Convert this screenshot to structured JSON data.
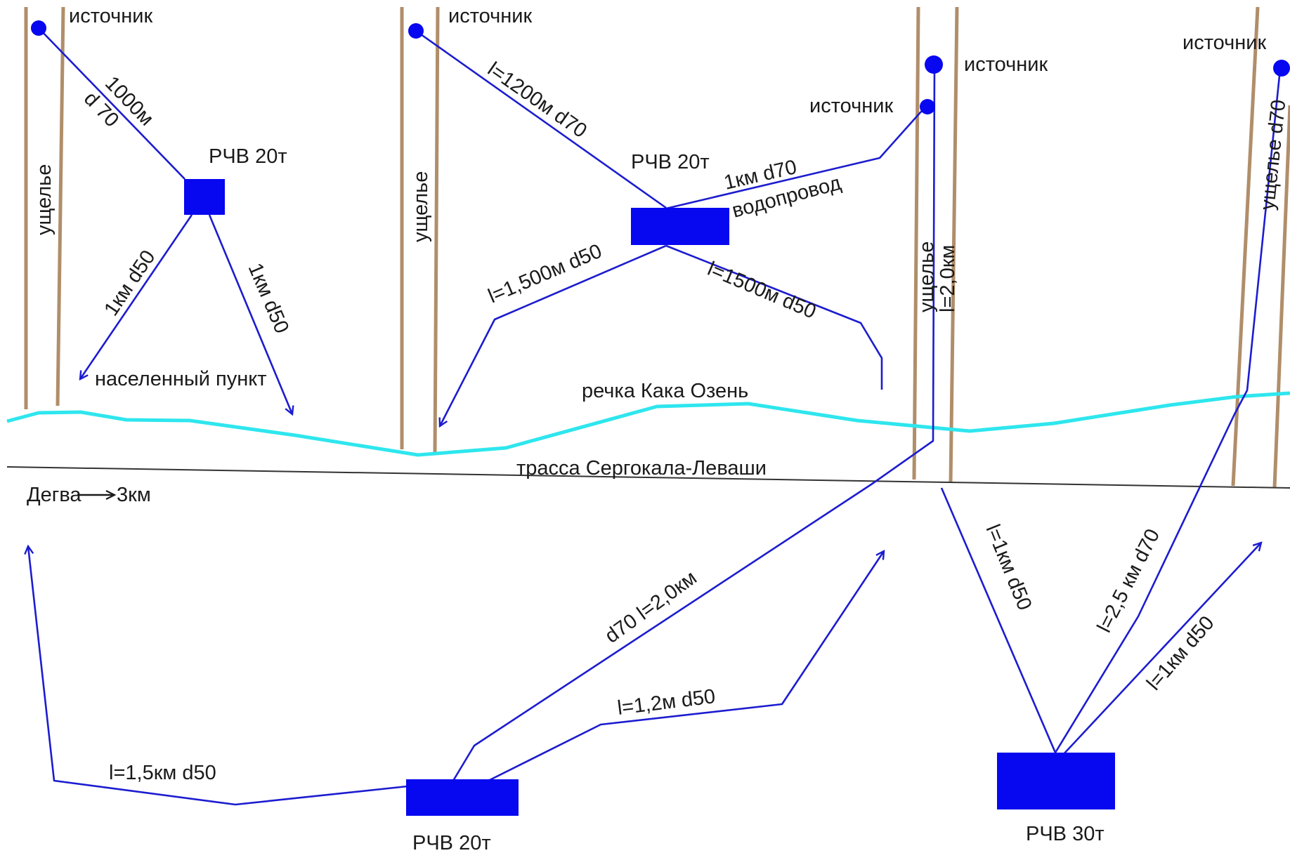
{
  "colors": {
    "pipe": "#1c1cd0",
    "tank": "#0707f0",
    "gorge": "#b08e6a",
    "river": "#2ee6ee",
    "road": "#333333",
    "text": "#1a1a1a"
  },
  "labels": {
    "source_1": "источник",
    "source_2": "источник",
    "source_3": "источник",
    "source_4": "источник",
    "source_5": "источник",
    "gorge_1": "ущелье",
    "gorge_2": "ущелье",
    "gorge_3": "ущелье",
    "gorge_4": "ущелье",
    "tank_1": "РЧВ 20т",
    "tank_2": "РЧВ 20т",
    "tank_3": "РЧВ 20т",
    "tank_4": "РЧВ 30т",
    "pipe_1000m": "1000м",
    "pipe_d70_a": "d 70",
    "pipe_1km_d50_a": "1км d50",
    "pipe_1km_d50_b": "1км d50",
    "settlement": "населенный пункт",
    "pipe_l1200": "l=1200м  d70",
    "pipe_1km_d70": "1км d70",
    "water_main": "водопровод",
    "pipe_l1500_comma": "l=1,500м d50",
    "pipe_l1500": "l=1500м d50",
    "pipe_l2km_vert": "l=2,0км",
    "pipe_d70_vert": "ущелье d70",
    "river": "речка Кака Озень",
    "road": "трасса Сергокала-Леваши",
    "degva": "Дегва",
    "degva_dist": "3км",
    "pipe_d70_l2km": "d70 l=2,0км",
    "pipe_l12m": "l=1,2м d50",
    "pipe_l15km": "l=1,5км d50",
    "pipe_l1km_d50_c": "l=1км d50",
    "pipe_l25km": "l=2,5 км d70",
    "pipe_l1km_d50_d": "l=1км d50"
  }
}
